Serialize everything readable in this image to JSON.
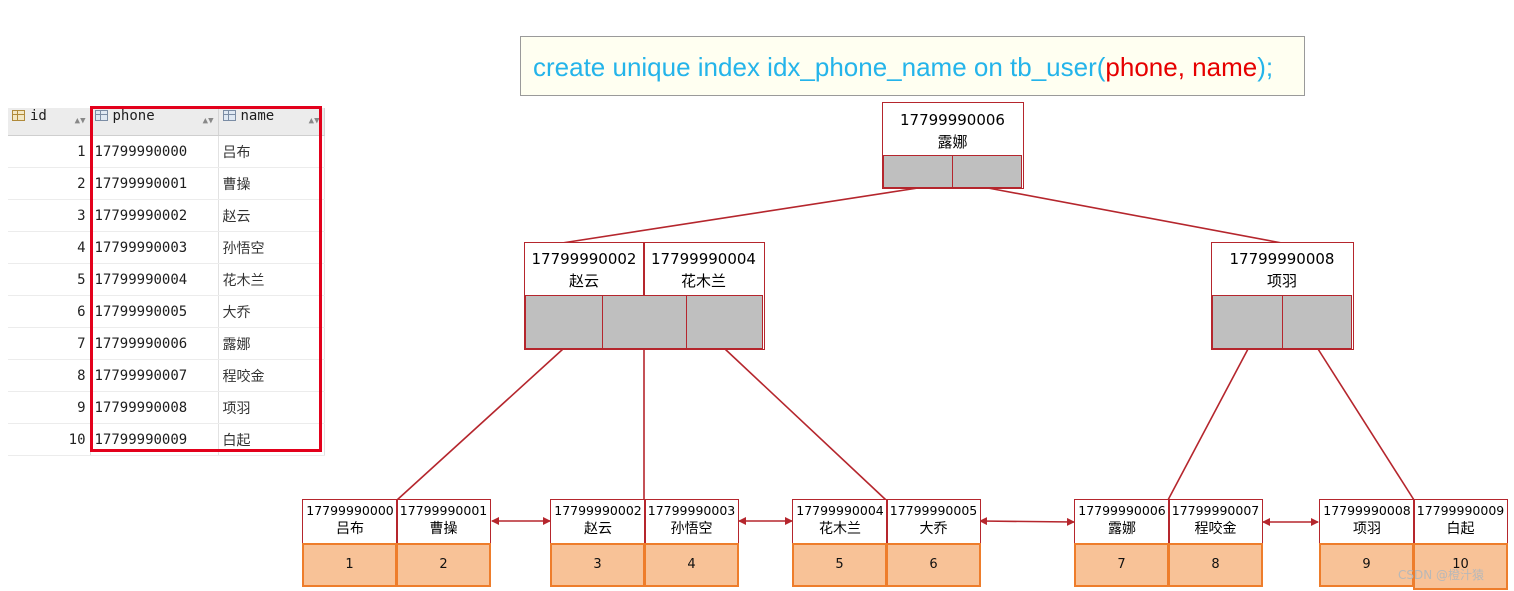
{
  "table": {
    "columns": [
      {
        "label": "id"
      },
      {
        "label": "phone"
      },
      {
        "label": "name"
      }
    ],
    "rows": [
      {
        "id": "1",
        "phone": "17799990000",
        "name": "吕布"
      },
      {
        "id": "2",
        "phone": "17799990001",
        "name": "曹操"
      },
      {
        "id": "3",
        "phone": "17799990002",
        "name": "赵云"
      },
      {
        "id": "4",
        "phone": "17799990003",
        "name": "孙悟空"
      },
      {
        "id": "5",
        "phone": "17799990004",
        "name": "花木兰"
      },
      {
        "id": "6",
        "phone": "17799990005",
        "name": "大乔"
      },
      {
        "id": "7",
        "phone": "17799990006",
        "name": "露娜"
      },
      {
        "id": "8",
        "phone": "17799990007",
        "name": "程咬金"
      },
      {
        "id": "9",
        "phone": "17799990008",
        "name": "项羽"
      },
      {
        "id": "10",
        "phone": "17799990009",
        "name": "白起"
      }
    ]
  },
  "sql": {
    "prefix": "create unique index idx_phone_name on tb_user(",
    "columns": "phone, name",
    "suffix": ");"
  },
  "tree": {
    "root": {
      "keys": [
        {
          "phone": "17799990006",
          "name": "露娜"
        }
      ]
    },
    "left": {
      "keys": [
        {
          "phone": "17799990002",
          "name": "赵云"
        },
        {
          "phone": "17799990004",
          "name": "花木兰"
        }
      ]
    },
    "right": {
      "keys": [
        {
          "phone": "17799990008",
          "name": "项羽"
        }
      ]
    },
    "leaves": [
      {
        "keys": [
          {
            "phone": "17799990000",
            "name": "吕布",
            "id": "1"
          },
          {
            "phone": "17799990001",
            "name": "曹操",
            "id": "2"
          }
        ]
      },
      {
        "keys": [
          {
            "phone": "17799990002",
            "name": "赵云",
            "id": "3"
          },
          {
            "phone": "17799990003",
            "name": "孙悟空",
            "id": "4"
          }
        ]
      },
      {
        "keys": [
          {
            "phone": "17799990004",
            "name": "花木兰",
            "id": "5"
          },
          {
            "phone": "17799990005",
            "name": "大乔",
            "id": "6"
          }
        ]
      },
      {
        "keys": [
          {
            "phone": "17799990006",
            "name": "露娜",
            "id": "7"
          },
          {
            "phone": "17799990007",
            "name": "程咬金",
            "id": "8"
          }
        ]
      },
      {
        "keys": [
          {
            "phone": "17799990008",
            "name": "项羽",
            "id": "9"
          },
          {
            "phone": "17799990009",
            "name": "白起",
            "id": "10"
          }
        ]
      }
    ]
  },
  "watermark": "CSDN @橙汁猿",
  "colors": {
    "node_border": "#b5262d",
    "pointer_fill": "#bfbfbf",
    "data_fill": "#f8c297",
    "data_border": "#ee7d2b",
    "sql_blue": "#24b4ea",
    "sql_red": "#e60000",
    "highlight": "#e3001b"
  },
  "icons": {
    "column": "table-column-icon",
    "primary_key": "primary-key-icon",
    "sort": "sort-arrows-icon"
  }
}
